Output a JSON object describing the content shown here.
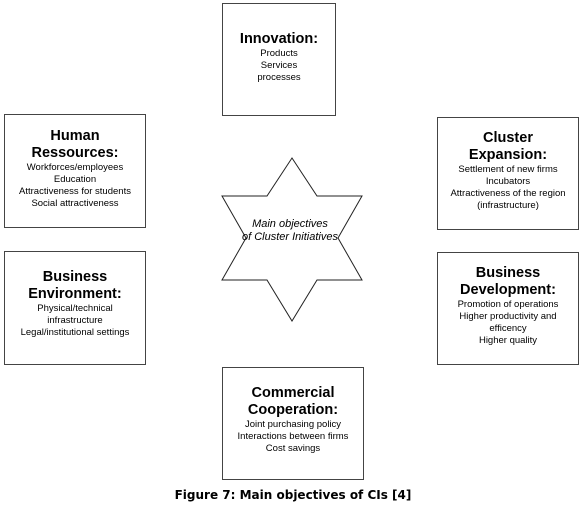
{
  "star": {
    "label_line1": "Main objectives",
    "label_line2": "of Cluster Initiatives"
  },
  "boxes": {
    "innovation": {
      "title_lines": [
        "Innovation:"
      ],
      "items": [
        "Products",
        "Services",
        "processes"
      ]
    },
    "human": {
      "title_lines": [
        "Human",
        "Ressources:"
      ],
      "items": [
        "Workforces/employees",
        "Education",
        "Attractiveness for students",
        "Social attractiveness"
      ]
    },
    "cluster": {
      "title_lines": [
        "Cluster",
        "Expansion:"
      ],
      "items": [
        "Settlement of new firms",
        "Incubators",
        "Attractiveness of the region",
        "(infrastructure)"
      ]
    },
    "business_env": {
      "title_lines": [
        "Business",
        "Environment:"
      ],
      "items": [
        "Physical/technical",
        "infrastructure",
        "Legal/institutional settings"
      ]
    },
    "business_dev": {
      "title_lines": [
        "Business",
        "Development:"
      ],
      "items": [
        "Promotion of operations",
        "Higher productivity and",
        "efficency",
        "Higher quality"
      ]
    },
    "commercial": {
      "title_lines": [
        "Commercial",
        "Cooperation:"
      ],
      "items": [
        "Joint purchasing policy",
        "Interactions between firms",
        "Cost savings"
      ]
    }
  },
  "caption": "Figure 7: Main objectives of CIs [4]"
}
